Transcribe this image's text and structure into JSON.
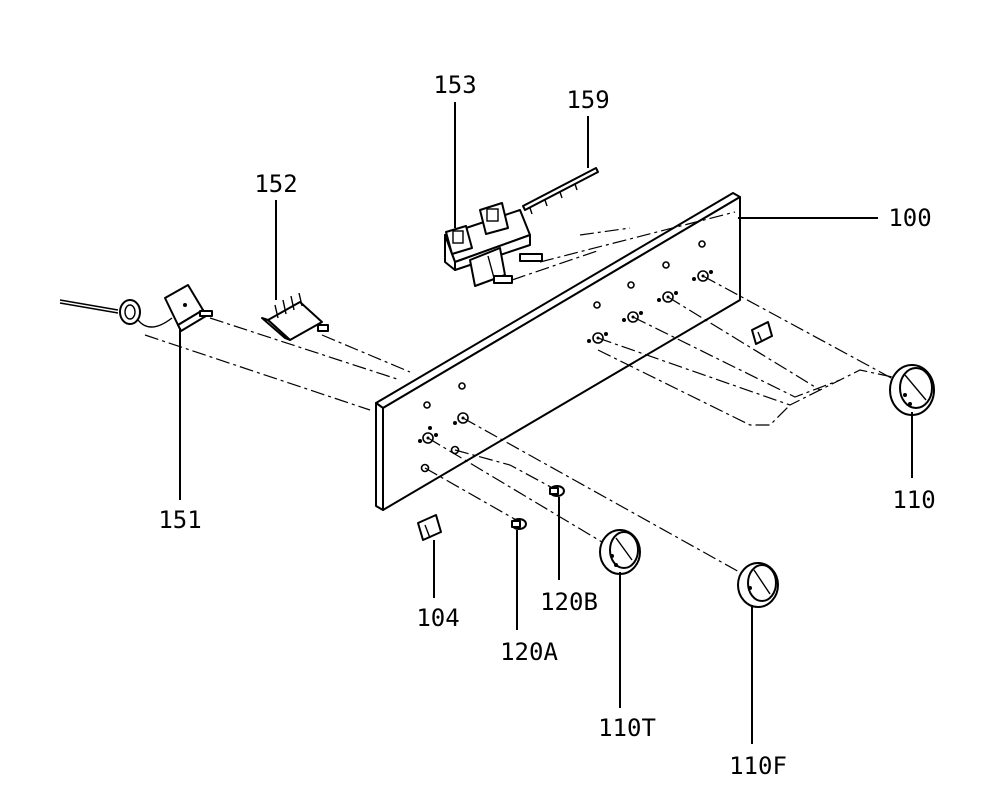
{
  "labels": {
    "p100": "100",
    "p104": "104",
    "p110": "110",
    "p110F": "110F",
    "p110T": "110T",
    "p120A": "120A",
    "p120B": "120B",
    "p151": "151",
    "p152": "152",
    "p153": "153",
    "p159": "159"
  }
}
